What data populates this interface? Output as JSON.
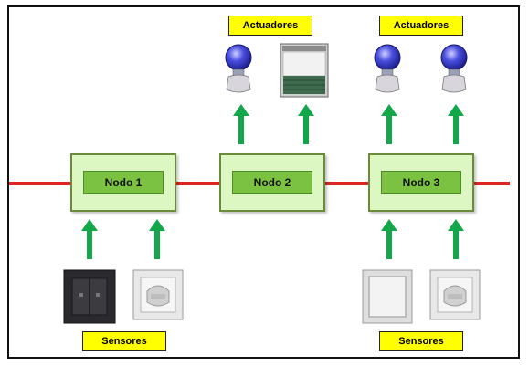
{
  "nodes": [
    {
      "label": "Nodo 1"
    },
    {
      "label": "Nodo 2"
    },
    {
      "label": "Nodo 3"
    }
  ],
  "labels": {
    "actuadores_left": "Actuadores",
    "actuadores_right": "Actuadores",
    "sensores_left": "Sensores",
    "sensores_right": "Sensores"
  },
  "colors": {
    "bus": "#e02424",
    "node_fill": "#dcf7c2",
    "node_inner": "#7cc242",
    "arrow": "#12a84a",
    "label_fill": "#ffff00"
  },
  "icons": {
    "actuators": [
      "light-bulb-icon",
      "rolling-shutter-icon",
      "light-bulb-icon",
      "light-bulb-icon"
    ],
    "sensors": [
      "double-switch-icon",
      "motion-sensor-icon",
      "single-switch-icon",
      "motion-sensor-icon"
    ]
  }
}
